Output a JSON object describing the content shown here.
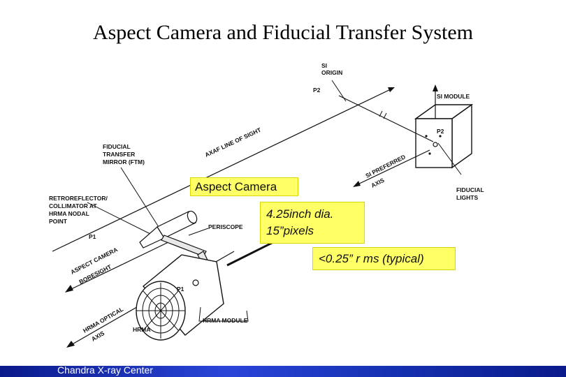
{
  "title": "Aspect Camera and Fiducial Transfer System",
  "diagram": {
    "labels": {
      "si_origin_1": "SI",
      "si_origin_2": "ORIGIN",
      "p2_top": "P2",
      "si_module": "SI MODULE",
      "p2_box": "P2",
      "fiducial_1": "FIDUCIAL",
      "fiducial_2": "TRANSFER",
      "fiducial_3": "MIRROR (FTM)",
      "line_of_sight": "AXAF LINE OF SIGHT",
      "si_preferred_1": "SI PREFERRED",
      "si_preferred_2": "AXIS",
      "retro_1": "RETROREFLECTOR/",
      "retro_2": "COLLIMATOR AT",
      "retro_3": "HRMA NODAL",
      "retro_4": "POINT",
      "periscope": "PERISCOPE",
      "p1_left": "P1",
      "aspect_boresight_1": "ASPECT CAMERA",
      "aspect_boresight_2": "BORESIGHT",
      "fiducial_lights_1": "FIDUCIAL",
      "fiducial_lights_2": "LIGHTS",
      "p1_mirror": "P1",
      "hrma_optical_1": "HRMA OPTICAL",
      "hrma_optical_2": "AXIS",
      "hrma": "HRMA",
      "hrma_module": "HRMA MODULE"
    }
  },
  "callouts": {
    "aspect_camera": "Aspect Camera",
    "diameter": "4.25inch dia.",
    "pixels": "15”pixels",
    "rms": "<0.25” r ms (typical)"
  },
  "footer": {
    "text": "Chandra X-ray Center"
  }
}
